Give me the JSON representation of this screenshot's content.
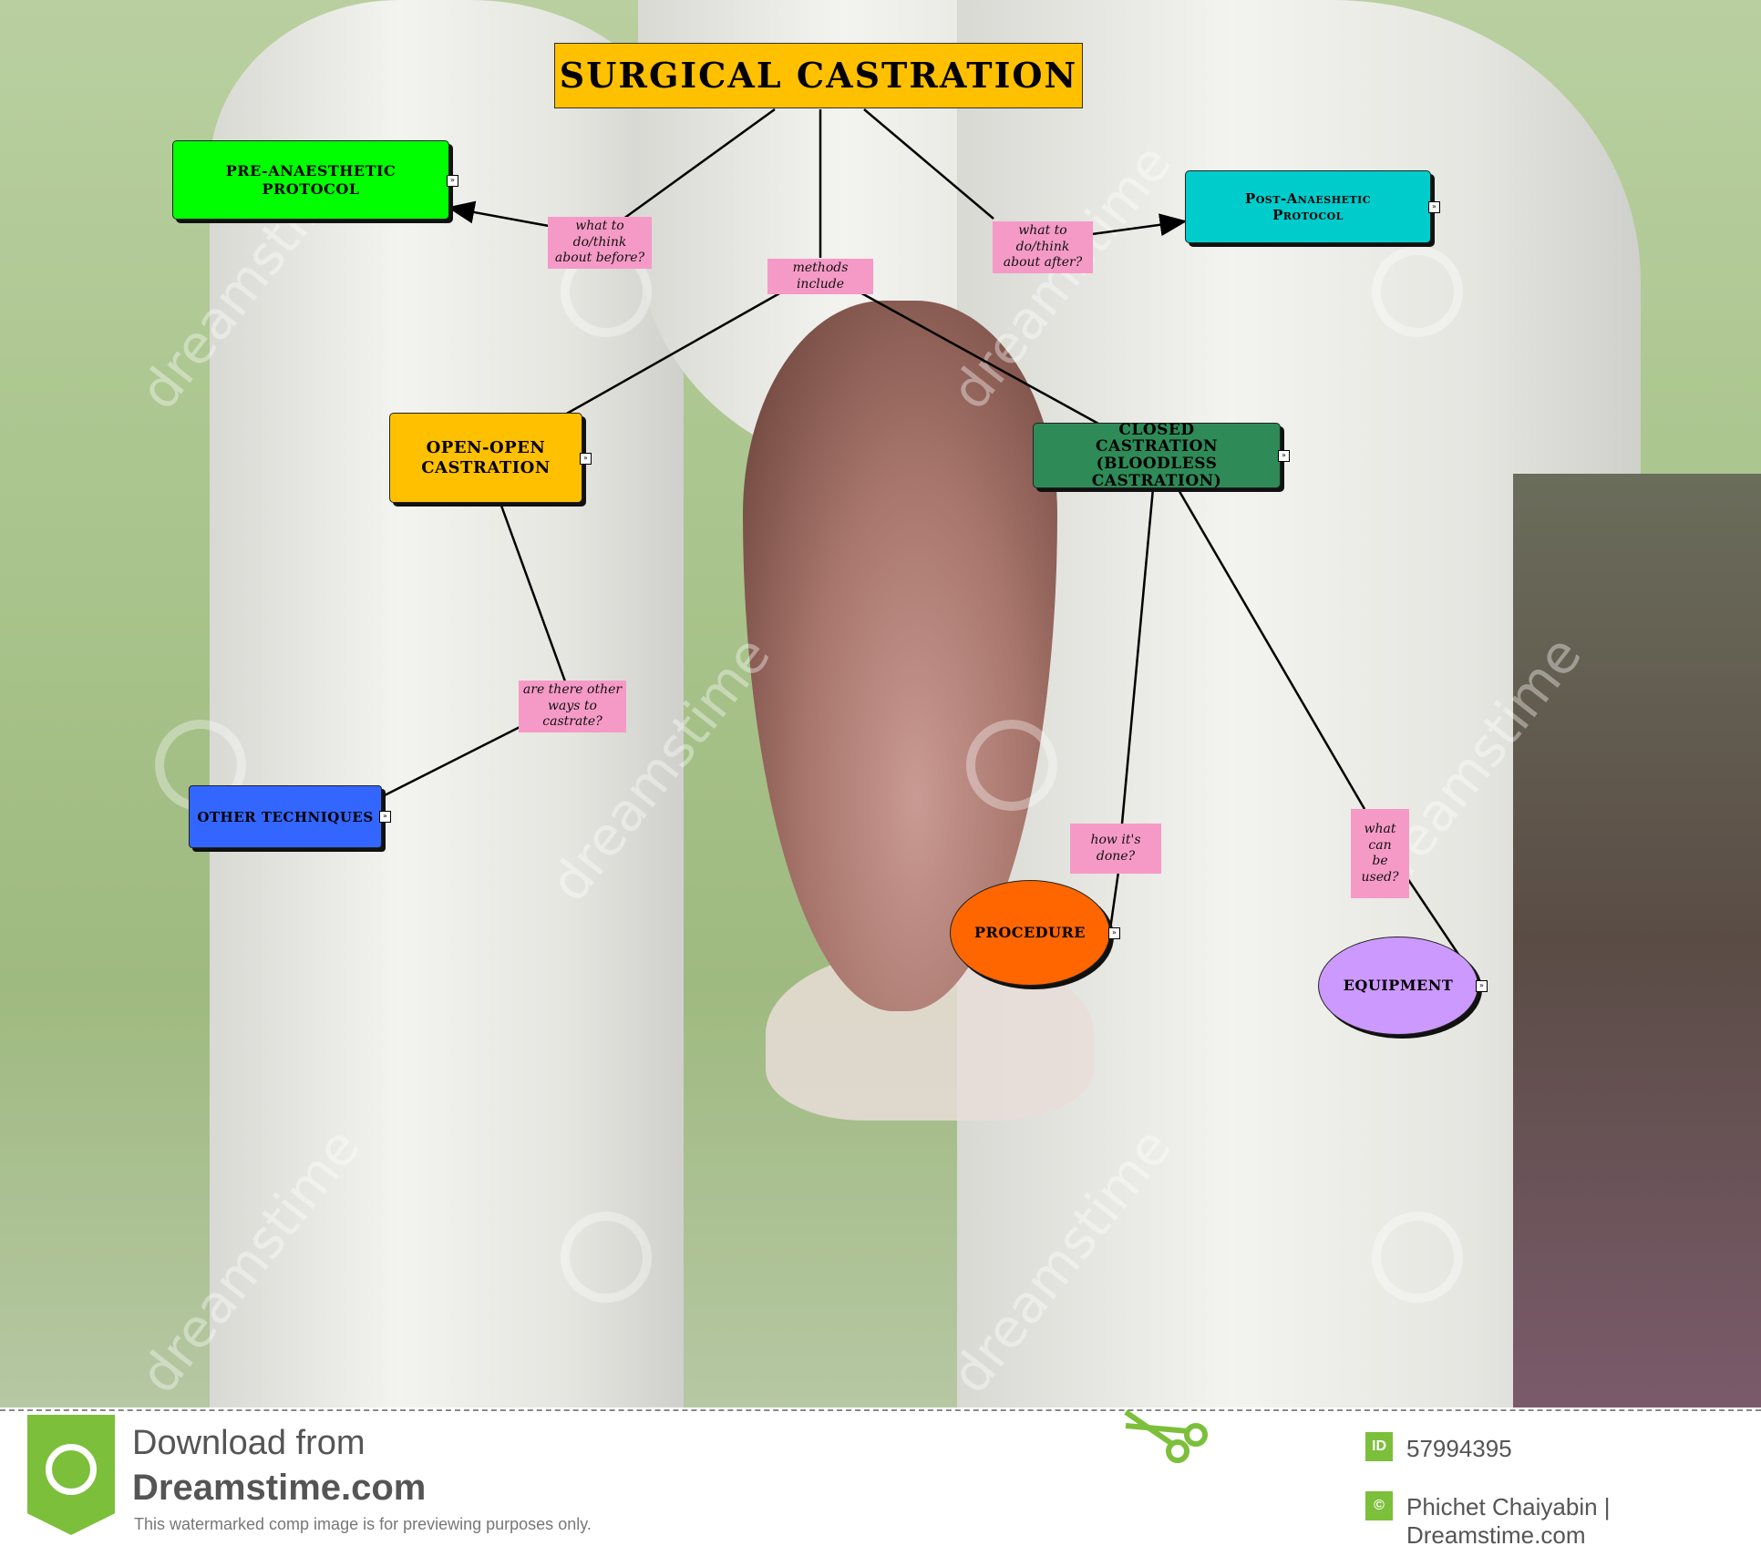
{
  "diagram": {
    "title": "SURGICAL CASTRATION",
    "nodes": {
      "pre": "PRE-ANAESTHETIC\nPROTOCOL",
      "post": "Post-Anaeshetic\nProtocol",
      "open": "OPEN-OPEN\nCASTRATION",
      "closed": "CLOSED\nCASTRATION\n(BLOODLESS CASTRATION)",
      "other": "OTHER TECHNIQUES",
      "procedure": "PROCEDURE",
      "equipment": "EQUIPMENT"
    },
    "link_labels": {
      "before": "what to do/think\nabout before?",
      "after": "what to do/think\nabout after?",
      "methods": "methods include",
      "other_ways": "are there other\nways to castrate?",
      "how": "how it's done?",
      "what_used": "what can\nbe used?"
    },
    "colors": {
      "title": "#ffc000",
      "pre": "#00ff00",
      "post": "#00cccc",
      "open": "#ffc000",
      "closed": "#2e8b57",
      "other": "#3366ff",
      "procedure": "#ff6600",
      "equipment": "#cc99ff",
      "label": "#f59ac6"
    },
    "expand_icon": "double-chevron-right-icon"
  },
  "watermark": {
    "text": "dreamstime",
    "copyright": "©"
  },
  "footer": {
    "download_from": "Download from",
    "site": "Dreamstime.com",
    "notice": "This watermarked comp image is for previewing purposes only.",
    "id_badge": "ID",
    "image_id": "57994395",
    "copyright_badge": "©",
    "credit": "Phichet Chaiyabin | Dreamstime.com",
    "scissors_icon": "scissors-icon"
  }
}
